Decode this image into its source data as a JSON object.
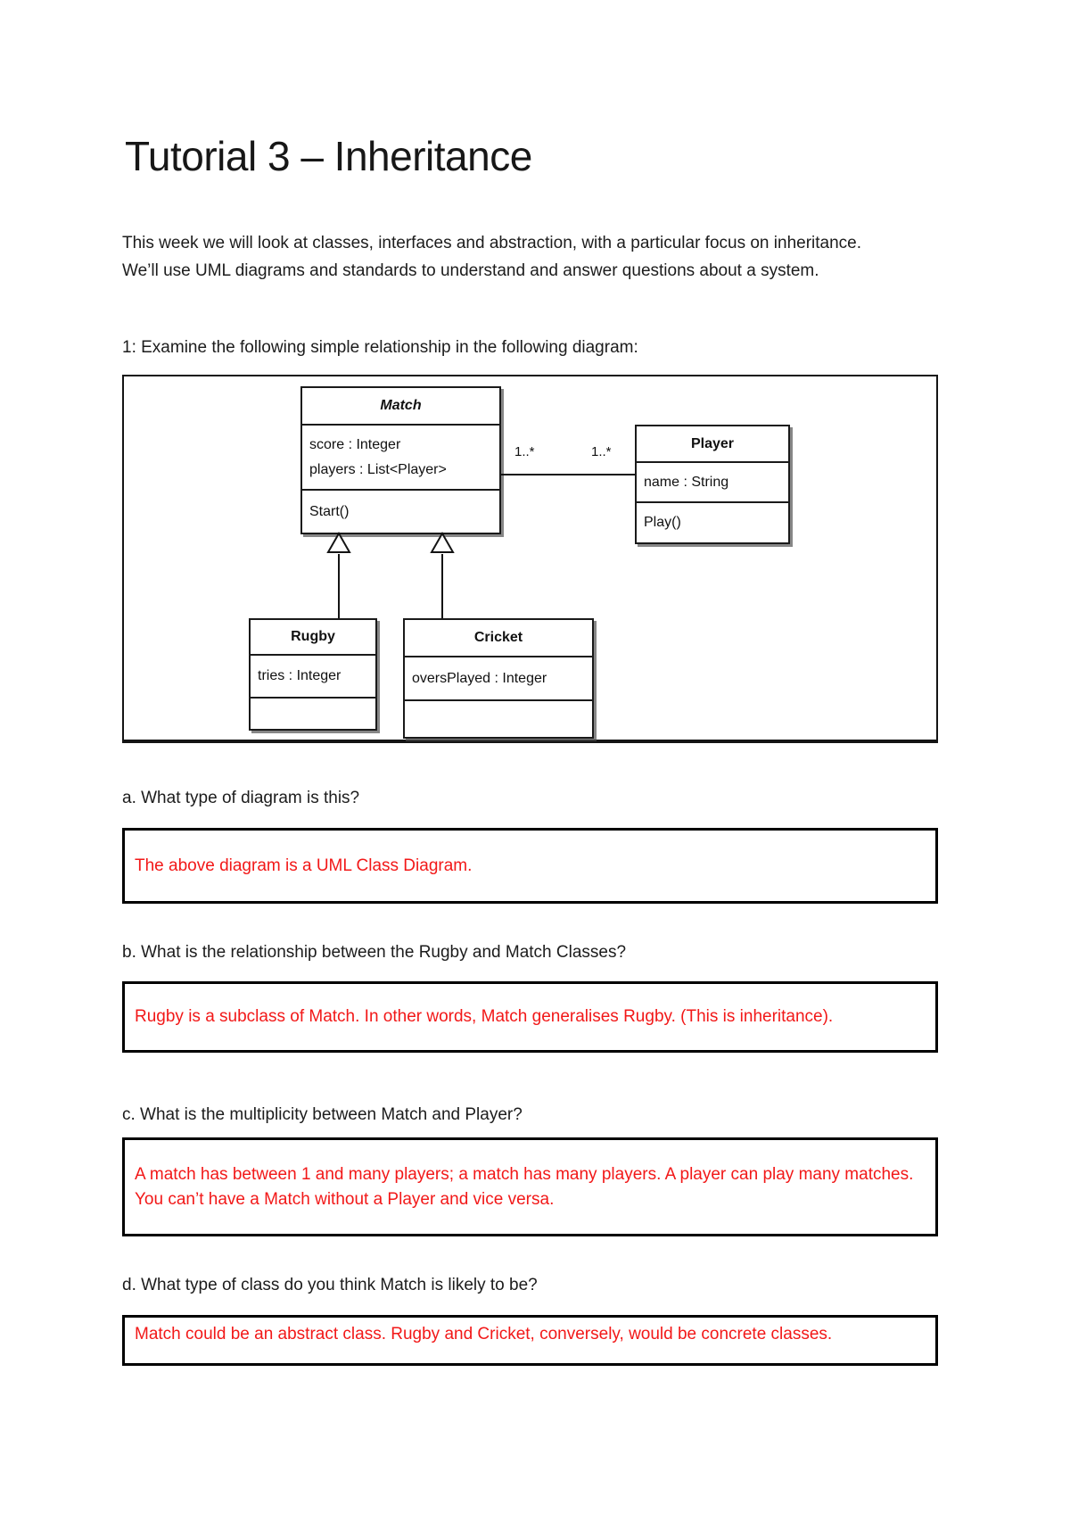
{
  "page": {
    "title": "Tutorial 3 – Inheritance",
    "intro_lines": [
      "This week we will look at classes, interfaces and abstraction, with a particular focus on inheritance.",
      "We’ll use UML diagrams and standards to understand and answer questions about a system."
    ],
    "exercise_intro": "1: Examine the following simple relationship in the following diagram:"
  },
  "diagram": {
    "classes": {
      "match": {
        "name": "Match",
        "attributes": [
          "score : Integer",
          "players : List<Player>"
        ],
        "operations": [
          "Start()"
        ]
      },
      "player": {
        "name": "Player",
        "attributes": [
          "name : String"
        ],
        "operations": [
          "Play()"
        ]
      },
      "rugby": {
        "name": "Rugby",
        "attributes": [
          "tries : Integer"
        ],
        "operations": []
      },
      "cricket": {
        "name": "Cricket",
        "attributes": [
          "oversPlayed : Integer"
        ],
        "operations": []
      }
    },
    "association": {
      "from": "Match",
      "to": "Player",
      "multiplicity_match_end": "1..*",
      "multiplicity_player_end": "1..*"
    }
  },
  "questions": [
    {
      "label": "a. What type of diagram is this?",
      "answer": "The above diagram is a UML Class Diagram."
    },
    {
      "label": "b. What is the relationship between the Rugby and Match Classes?",
      "answer": "Rugby is a subclass of Match. In other words, Match generalises Rugby. (This is inheritance)."
    },
    {
      "label": "c. What is the multiplicity between Match and Player?",
      "answer": "A match has between 1 and many players; a match has many players. A player can play many matches. You can’t have a Match without a Player and vice versa."
    },
    {
      "label": "d. What type of class do you think Match is likely to be?",
      "answer": "Match could be an abstract class. Rugby and Cricket, conversely, would be concrete classes."
    }
  ],
  "colors": {
    "answer_red": "#f21818",
    "ink": "#1c1c1c",
    "diagram_ink": "#141414",
    "page_background": "#ffffff"
  }
}
